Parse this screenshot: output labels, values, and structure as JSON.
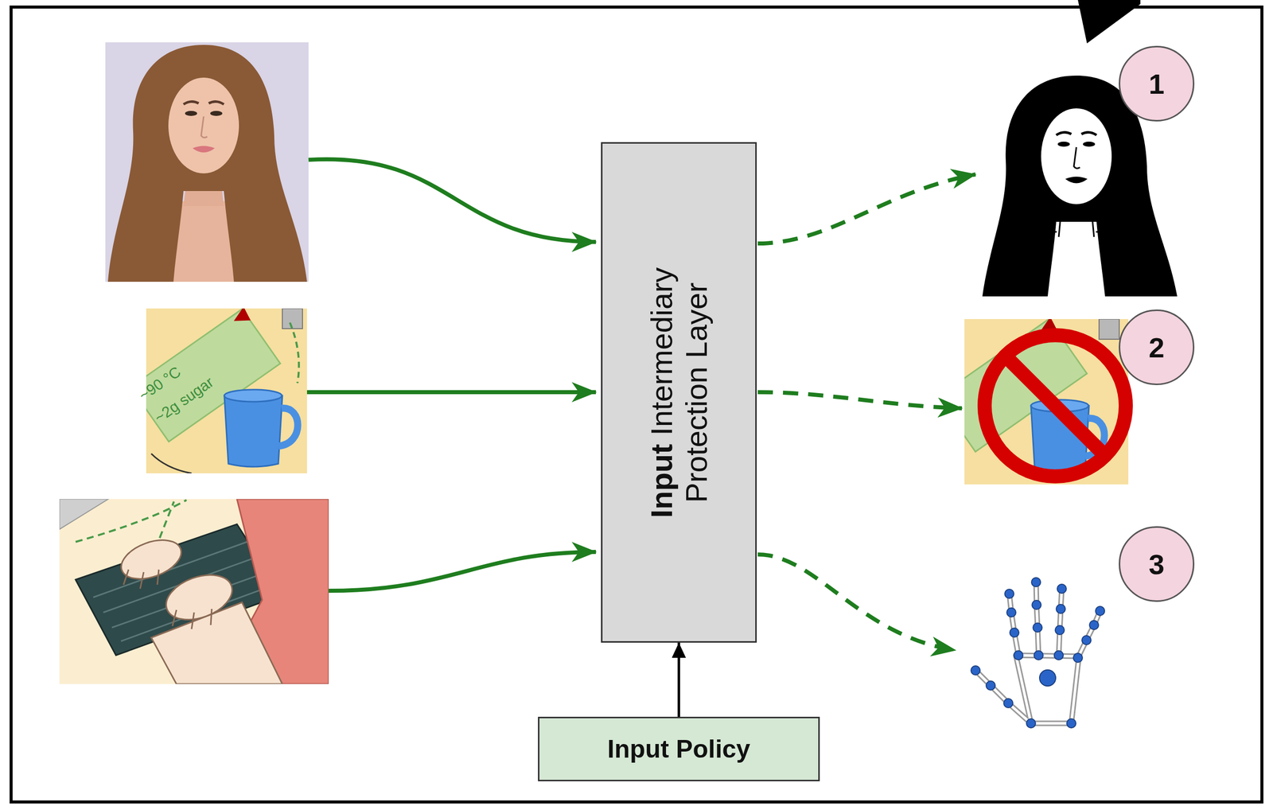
{
  "diagram": {
    "nodes": [
      {
        "text": [
          "Input",
          "Intermediary Protection Layer"
        ]
      },
      {
        "text": [
          "Input Policy"
        ]
      },
      {
        "text": [
          "1"
        ]
      },
      {
        "text": [
          "2"
        ]
      },
      {
        "text": [
          "3"
        ]
      }
    ],
    "edges": [
      {
        "from": 1,
        "to": 0,
        "arrow": "to"
      }
    ],
    "labels": [
      "~90 °C",
      "~2g sugar"
    ]
  }
}
